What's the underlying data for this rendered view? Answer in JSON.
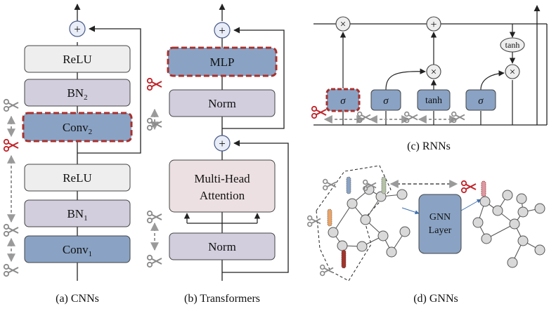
{
  "colors": {
    "light_box": "#eeeeee",
    "lavender_box": "#d2cedd",
    "blue_box": "#8aa3c4",
    "pink_box": "#ece0e2",
    "highlight_border": "#a8302c",
    "scissor_red": "#c0242a",
    "scissor_gray": "#8a8a8a",
    "grad_arrow": "#9a9a9a",
    "node_fill": "#d9d9d9",
    "gnn_layer": "#8aa3c4"
  },
  "icons": [
    "plus-circle-icon",
    "times-circle-icon",
    "scissors-icon",
    "feature-vector-icon"
  ],
  "cnn": {
    "caption": "(a) CNNs",
    "blocks": [
      {
        "label": "ReLU",
        "sub": ""
      },
      {
        "label": "BN",
        "sub": "2"
      },
      {
        "label": "Conv",
        "sub": "2"
      },
      {
        "label": "ReLU",
        "sub": ""
      },
      {
        "label": "BN",
        "sub": "1"
      },
      {
        "label": "Conv",
        "sub": "1"
      }
    ],
    "plus_symbol": "+"
  },
  "transformer": {
    "caption": "(b) Transformers",
    "blocks": [
      {
        "label": "MLP"
      },
      {
        "label": "Norm"
      },
      {
        "label": "Multi-Head",
        "label2": "Attention"
      },
      {
        "label": "Norm"
      }
    ],
    "plus_symbol": "+"
  },
  "rnn": {
    "caption": "(c) RNNs",
    "gates": [
      "σ",
      "σ",
      "tanh",
      "σ"
    ],
    "tanh_label": "tanh",
    "times_symbol": "×",
    "plus_symbol": "+"
  },
  "gnn": {
    "caption": "(d) GNNs",
    "layer_label": "GNN",
    "layer_label2": "Layer"
  }
}
